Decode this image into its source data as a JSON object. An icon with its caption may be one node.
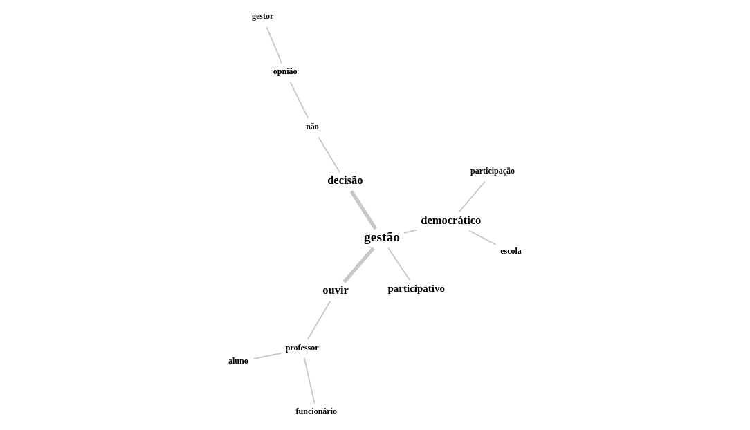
{
  "diagram": {
    "nodes": [
      {
        "text": [
          "aluno"
        ]
      },
      {
        "text": [
          "professor"
        ]
      },
      {
        "text": [
          "funcionário"
        ]
      },
      {
        "text": [
          "gestor"
        ]
      },
      {
        "text": [
          "participativo"
        ]
      },
      {
        "text": [
          "opnião"
        ]
      },
      {
        "text": [
          "ouvir"
        ]
      },
      {
        "text": [
          "não"
        ]
      },
      {
        "text": [
          "decisão"
        ]
      },
      {
        "text": [
          "gestão"
        ]
      },
      {
        "text": [
          "democrático"
        ]
      },
      {
        "text": [
          "participação"
        ]
      },
      {
        "text": [
          "escola"
        ]
      }
    ],
    "edges": [
      {
        "from": 9,
        "to": 8,
        "arrow": "none",
        "style": "thick"
      },
      {
        "from": 8,
        "to": 7,
        "arrow": "none"
      },
      {
        "from": 7,
        "to": 5,
        "arrow": "none"
      },
      {
        "from": 5,
        "to": 3,
        "arrow": "none"
      },
      {
        "from": 9,
        "to": 4,
        "arrow": "none"
      },
      {
        "from": 9,
        "to": 6,
        "arrow": "none",
        "style": "thick"
      },
      {
        "from": 6,
        "to": 1,
        "arrow": "none"
      },
      {
        "from": 1,
        "to": 0,
        "arrow": "none"
      },
      {
        "from": 1,
        "to": 2,
        "arrow": "none"
      },
      {
        "from": 9,
        "to": 10,
        "arrow": "none"
      },
      {
        "from": 10,
        "to": 12,
        "arrow": "none"
      },
      {
        "from": 10,
        "to": 11,
        "arrow": "none"
      }
    ]
  }
}
